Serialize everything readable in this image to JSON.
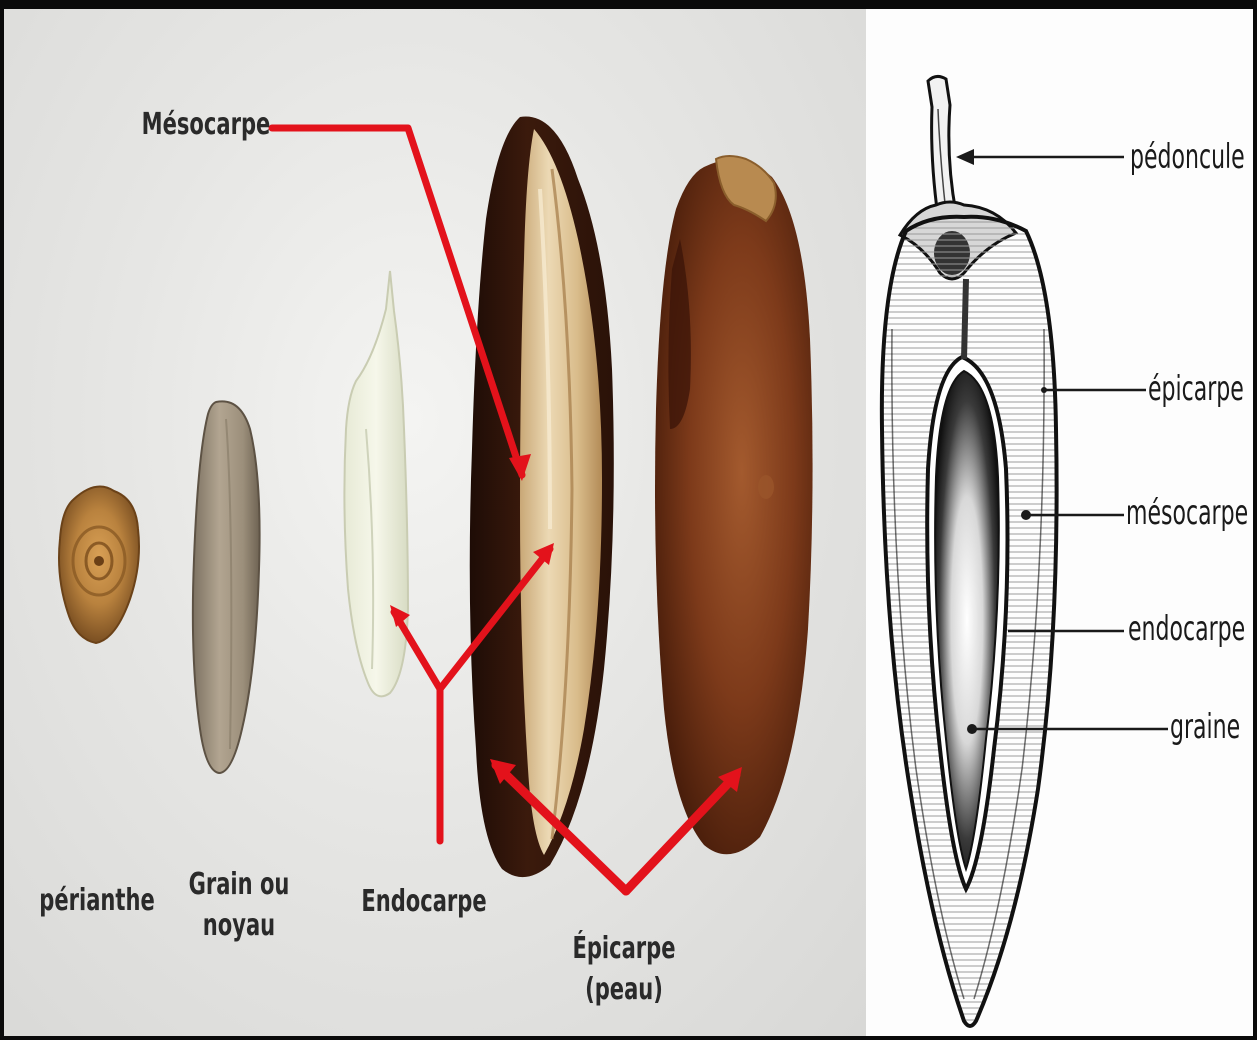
{
  "photo": {
    "labels": {
      "mesocarpe": "Mésocarpe",
      "perianthe": "périanthe",
      "grain_line1": "Grain ou",
      "grain_line2": "noyau",
      "endocarpe": "Endocarpe",
      "epicarpe_line1": "Épicarpe",
      "epicarpe_line2": "(peau)"
    },
    "arrow_color": "#e3121b"
  },
  "drawing": {
    "labels": {
      "pedoncule": "pédoncule",
      "epicarpe": "épicarpe",
      "mesocarpe": "mésocarpe",
      "endocarpe": "endocarpe",
      "graine": "graine"
    }
  }
}
